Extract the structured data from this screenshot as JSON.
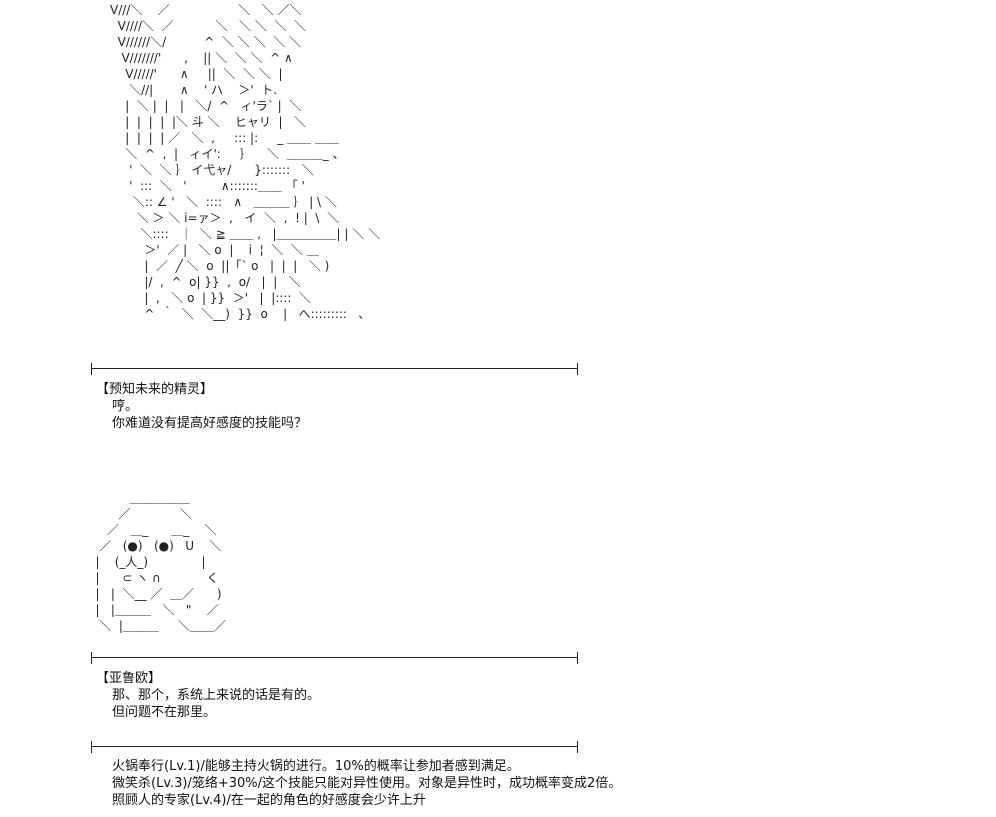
{
  "art": {
    "spirit": "V///＼    ／                  ＼   ＼ ／＼\n  V////＼  ／           ＼   ＼ ＼  ＼  ＼\n  V//////＼/          ^  ＼ ＼ ＼  ＼ ＼\n   V///////'      ,    || ＼  ＼ ＼  ^ ∧\n    V/////'      ∧     ||  ＼  ＼ ＼  |\n     ＼//|       ∧    ' ハ    ＞'  ト.\n    |  ＼ |  |   |   ＼/  ^   ィ'ラ` |  ＼\n    |  |  |  |  |＼ 斗 ＼    ヒャリ  |   ＼\n    |  |  |  | ／   ＼  ,     ::: |:     _ ＿＿ ＿＿\n    ＼  ^  ,  |   ィイ':     ｝    ＼  ＿＿＿_ 、\n     '  ＼  ＼ ｝ イ弋ャ/      }:::::::   ＼\n     '  :::  ＼   '         ∧:::::::＿＿ 「 '\n      ＼:: ∠ '   ＼  ::::   ∧   ＿＿＿ ｝ | \\ ＼\n       ＼ ＞ ＼ i=ァ＞  ,   イ  ＼  ,  ! |  \\  ＼\n        ＼::::   ｜  ＼ ≧ ＿＿ ,   |＿＿＿＿＿| | ＼ ＼\n         ＞'  ／ |   ＼ o  |    i  ¦  ＼  ＼ ＿\n         |  ／  ╱ ＼  o  ||「` o   |  |  |   ＼ )\n         |/  ,  ^  o| }}  ,  o/   |  |   ＼\n         |  ,   ＼ o  | }}  ＞'   |  |::::  ＼\n         ^  ｀  ＼  ＼__)  }}  o    |   へ:::::::::   、",
    "face": "            ＿＿＿＿＿\n         ／             ＼\n      ／   ＿_      ＿_    ＼\n    ／   (●)   (●)   U    ＼\n   |    (_人_)              |\n   |      ⊂ ヽ ∩            く\n   |   |  ＼__ ／  ＿／      )\n   |   |＿＿＿   ＼   \"    ／\n    ＼  |＿＿＿     ＼＿＿／"
  },
  "dialogue": [
    {
      "speaker": "【预知未来的精灵】",
      "lines": [
        "哼。",
        "你难道没有提高好感度的技能吗？"
      ]
    },
    {
      "speaker": "【亚鲁欧】",
      "lines": [
        "那、那个，系统上来说的话是有的。",
        "但问题不在那里。"
      ]
    }
  ],
  "skills": [
    "火锅奉行(Lv.1)/能够主持火锅的进行。10%的概率让参加者感到满足。",
    "微笑杀(Lv.3)/笼络+30%/这个技能只能对异性使用。对象是异性时，成功概率变成2倍。",
    "照顾人的专家(Lv.4)/在一起的角色的好感度会少许上升"
  ]
}
